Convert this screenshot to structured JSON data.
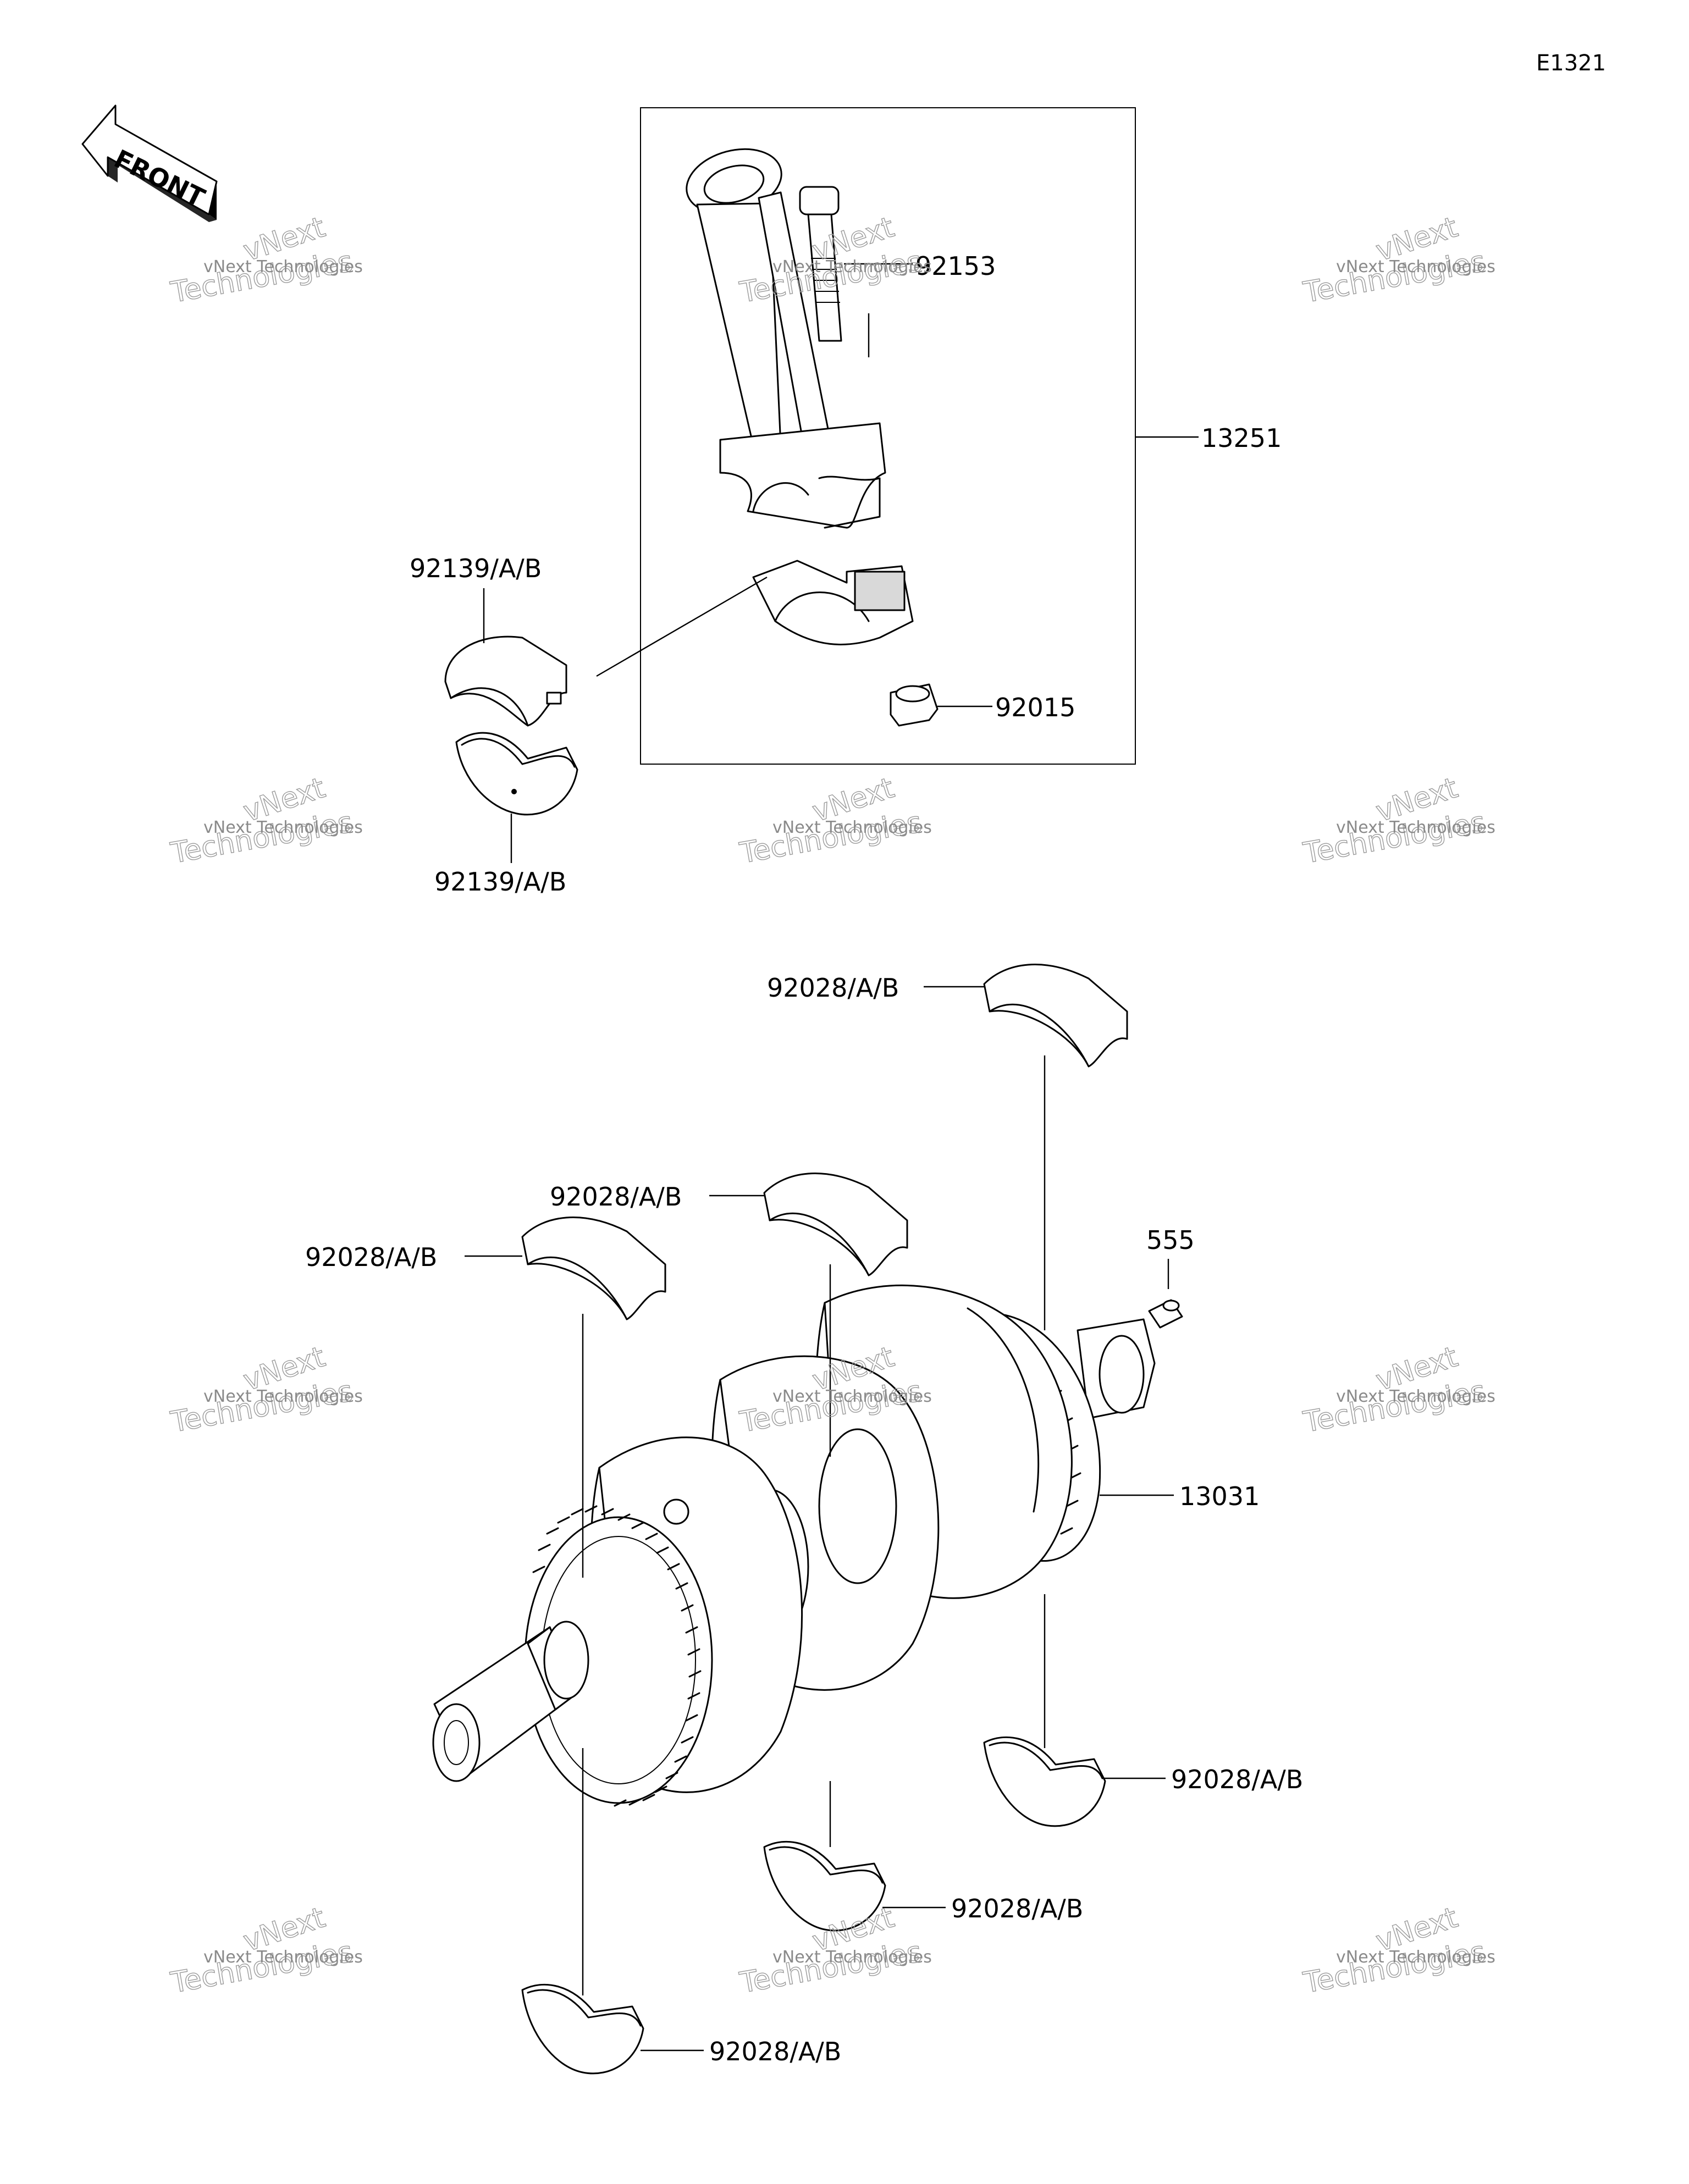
{
  "diagram_code": "E1321",
  "front_label": "FRONT",
  "watermark": {
    "line1": "vNext Technologies",
    "line2": "vNext",
    "line3": "Technologies"
  },
  "colors": {
    "line": "#000000",
    "background": "#ffffff",
    "watermark": "#9a9a9a"
  },
  "parts": [
    {
      "id": "p92153",
      "label": "92153",
      "name": "connecting-rod-bolt"
    },
    {
      "id": "p13251",
      "label": "13251",
      "name": "connecting-rod-assembly"
    },
    {
      "id": "p92139a",
      "label": "92139/A/B",
      "name": "rod-bearing-upper"
    },
    {
      "id": "p92015",
      "label": "92015",
      "name": "connecting-rod-nut"
    },
    {
      "id": "p92139b",
      "label": "92139/A/B",
      "name": "rod-bearing-lower"
    },
    {
      "id": "p92028a",
      "label": "92028/A/B",
      "name": "main-bearing-upper-1"
    },
    {
      "id": "p92028b",
      "label": "92028/A/B",
      "name": "main-bearing-upper-2"
    },
    {
      "id": "p555",
      "label": "555",
      "name": "pin"
    },
    {
      "id": "p92028c",
      "label": "92028/A/B",
      "name": "main-bearing-upper-3"
    },
    {
      "id": "p13031",
      "label": "13031",
      "name": "crankshaft"
    },
    {
      "id": "p92028d",
      "label": "92028/A/B",
      "name": "main-bearing-lower-1"
    },
    {
      "id": "p92028e",
      "label": "92028/A/B",
      "name": "main-bearing-lower-2"
    },
    {
      "id": "p92028f",
      "label": "92028/A/B",
      "name": "main-bearing-lower-3"
    }
  ]
}
